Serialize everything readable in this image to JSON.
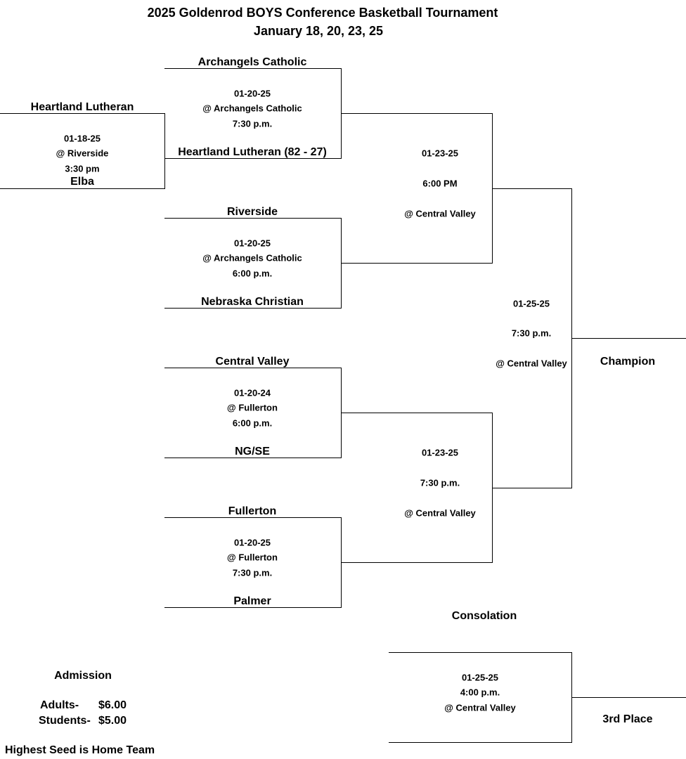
{
  "title": {
    "line1": "2025  Goldenrod BOYS Conference Basketball Tournament",
    "line2": "January 18, 20, 23, 25"
  },
  "play_in": {
    "team_top": "Heartland Lutheran",
    "date": "01-18-25",
    "location": "@ Riverside",
    "time": "3:30 pm",
    "team_bottom": "Elba"
  },
  "quarterfinals": [
    {
      "team_top": "Archangels Catholic",
      "date": "01-20-25",
      "location": "@ Archangels Catholic",
      "time": "7:30 p.m.",
      "team_bottom": "Heartland Lutheran (82 - 27)"
    },
    {
      "team_top": "Riverside",
      "date": "01-20-25",
      "location": "@ Archangels Catholic",
      "time": "6:00 p.m.",
      "team_bottom": "Nebraska Christian"
    },
    {
      "team_top": "Central Valley",
      "date": "01-20-24",
      "location": "@ Fullerton",
      "time": "6:00 p.m.",
      "team_bottom": "NG/SE"
    },
    {
      "team_top": "Fullerton",
      "date": "01-20-25",
      "location": "@ Fullerton",
      "time": "7:30 p.m.",
      "team_bottom": "Palmer"
    }
  ],
  "semifinals": [
    {
      "date": "01-23-25",
      "time": "6:00 PM",
      "location": "@ Central Valley"
    },
    {
      "date": "01-23-25",
      "time": "7:30 p.m.",
      "location": "@ Central Valley"
    }
  ],
  "final": {
    "date": "01-25-25",
    "time": "7:30 p.m.",
    "location": "@ Central Valley",
    "result_label": "Champion"
  },
  "consolation": {
    "heading": "Consolation",
    "date": "01-25-25",
    "time": "4:00 p.m.",
    "location": "@ Central Valley",
    "result_label": "3rd Place"
  },
  "admission": {
    "heading": "Admission",
    "adults_label": "Adults-",
    "adults_price": "$6.00",
    "students_label": "Students-",
    "students_price": "$5.00"
  },
  "footer_note": "Highest Seed is Home Team"
}
